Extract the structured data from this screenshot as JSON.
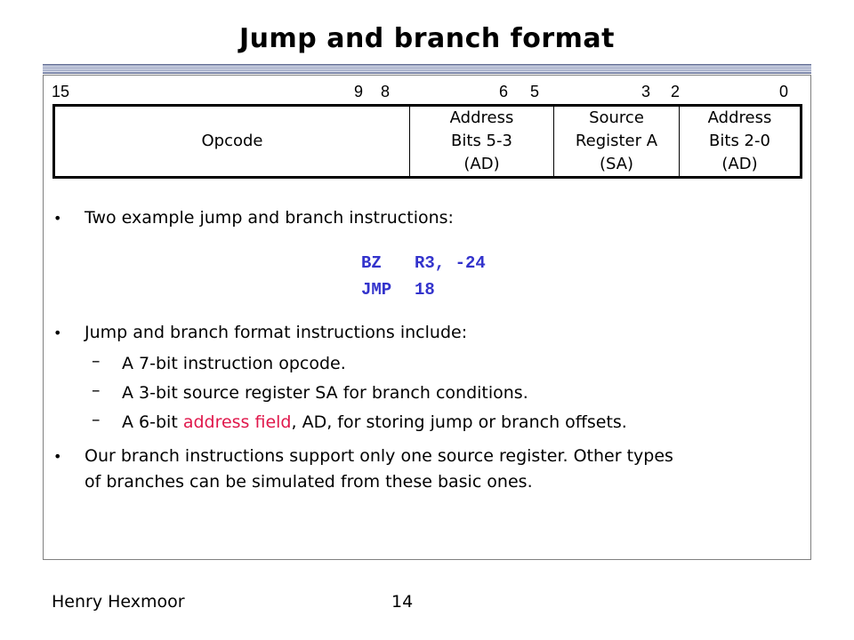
{
  "title": "Jump and branch format",
  "bit_positions": [
    "15",
    "9",
    "8",
    "6",
    "5",
    "3",
    "2",
    "0"
  ],
  "format_fields": [
    {
      "lines": [
        "Opcode"
      ]
    },
    {
      "lines": [
        "Address",
        "Bits 5-3",
        "(AD)"
      ]
    },
    {
      "lines": [
        "Source",
        "Register A",
        "(SA)"
      ]
    },
    {
      "lines": [
        "Address",
        "Bits 2-0",
        "(AD)"
      ]
    }
  ],
  "bullets": {
    "b1": "Two example jump and branch instructions:",
    "code": [
      {
        "op": "BZ",
        "args": "R3, -24"
      },
      {
        "op": "JMP",
        "args": "18"
      }
    ],
    "b2": "Jump and branch format instructions include:",
    "sub": [
      "A 7-bit instruction opcode.",
      "A 3-bit source register SA for branch conditions."
    ],
    "sub3": {
      "pre": "A 6-bit ",
      "highlight": "address field",
      "post": ", AD, for storing jump or branch offsets."
    },
    "b3_line1": "Our branch instructions support only one source register.  Other types",
    "b3_line2": "of branches can be simulated from these basic ones."
  },
  "colors": {
    "code": "#3333cc",
    "highlight": "#e0174b",
    "rule": "#8c97b8"
  },
  "footer": {
    "author": "Henry Hexmoor",
    "page": "14"
  }
}
